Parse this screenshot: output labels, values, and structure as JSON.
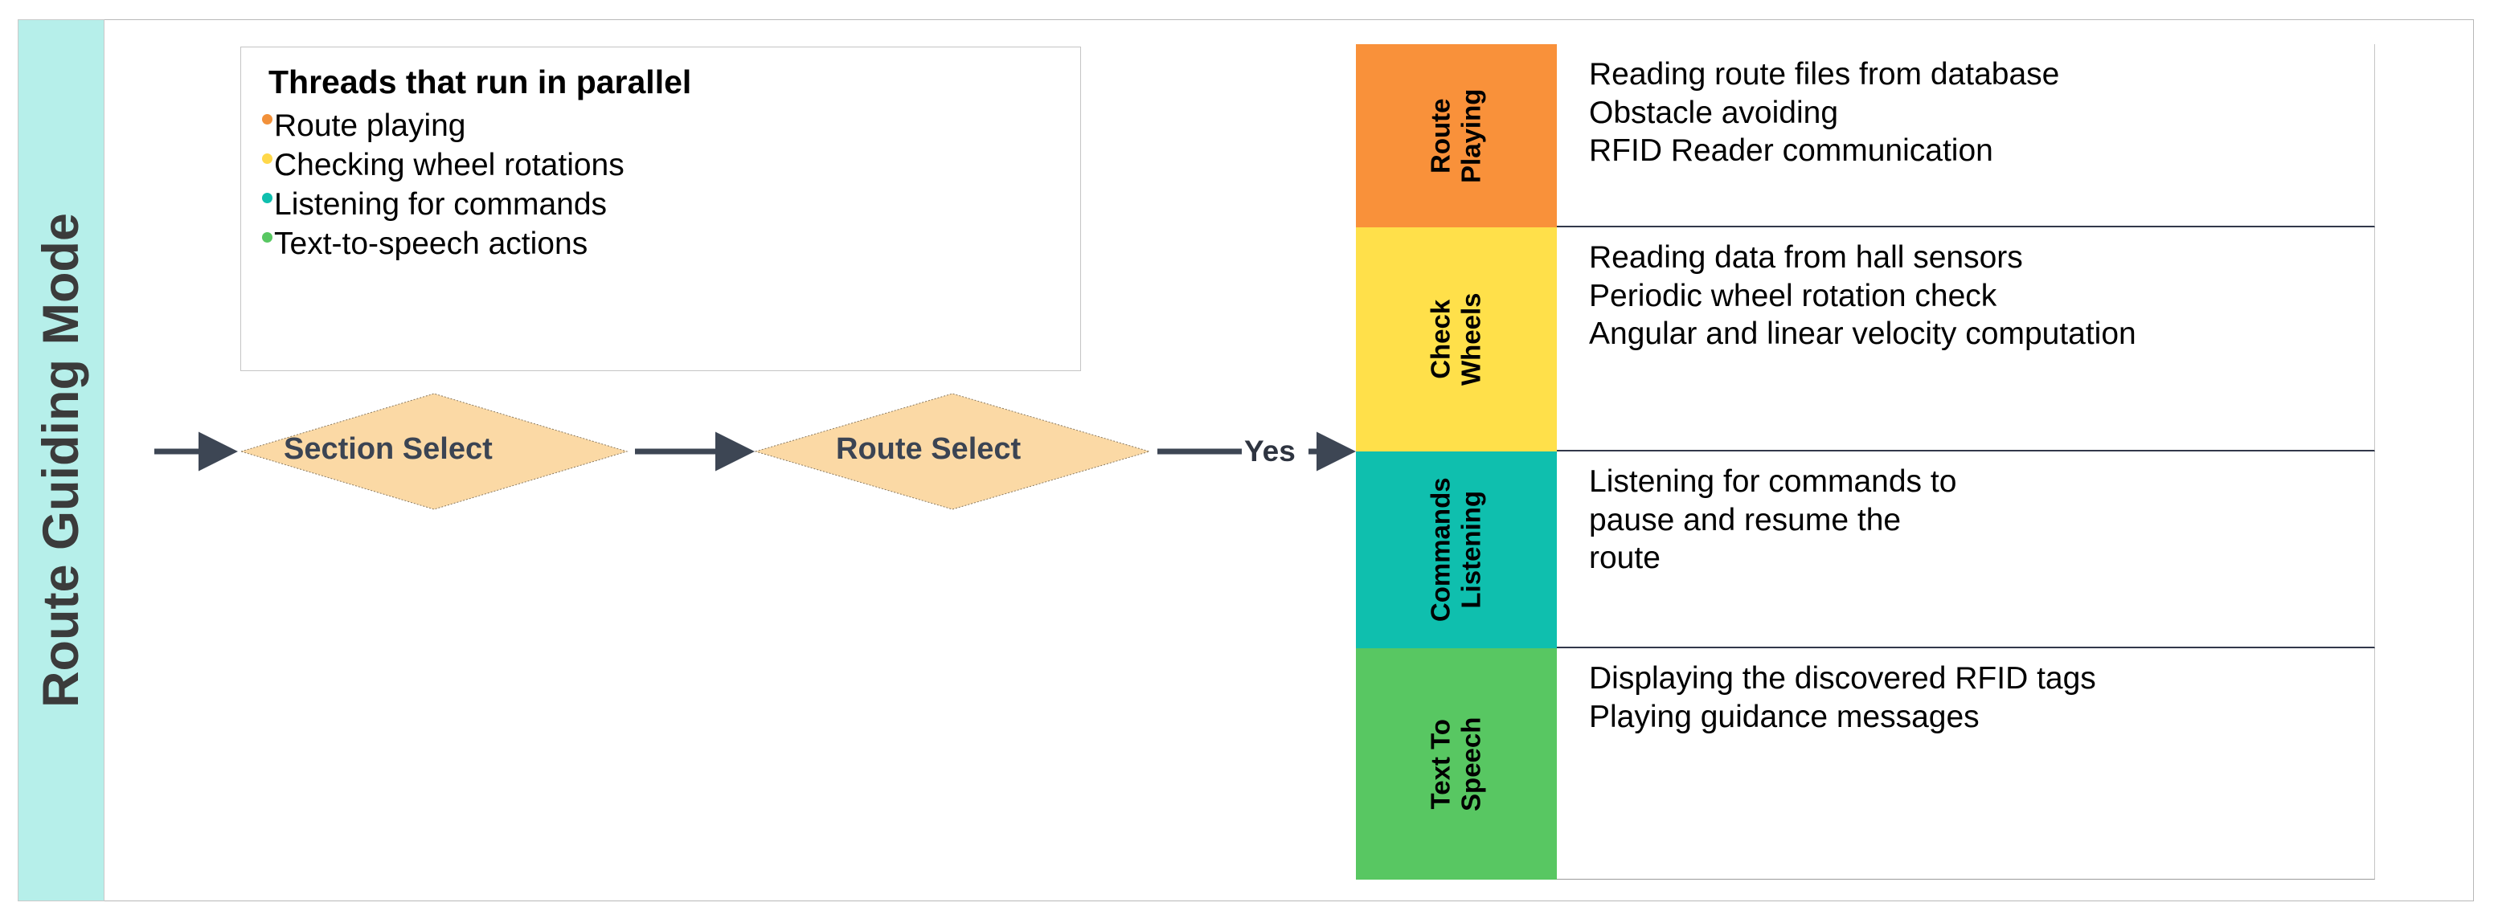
{
  "mode_banner": {
    "label": "Route Guiding Mode",
    "color": "#b6efea"
  },
  "legend": {
    "title": "Threads that run in parallel",
    "items": [
      {
        "label": "Route playing",
        "color": "#F2913A"
      },
      {
        "label": "Checking wheel rotations",
        "color": "#FFD84A"
      },
      {
        "label": "Listening for commands",
        "color": "#0FBFAE"
      },
      {
        "label": "Text-to-speech actions",
        "color": "#58C762"
      }
    ]
  },
  "flow": {
    "diamond_fill": "#FBD9A5",
    "arrow_color": "#3D4654",
    "nodes": [
      {
        "label": "Section Select"
      },
      {
        "label": "Route Select"
      }
    ],
    "branch_label": "Yes"
  },
  "threads": [
    {
      "tag_line1": "Route",
      "tag_line2": "Playing",
      "color": "#F9913A",
      "descriptions": [
        "Reading route files from database",
        "Obstacle avoiding",
        "RFID Reader communication"
      ]
    },
    {
      "tag_line1": "Check",
      "tag_line2": "Wheels",
      "color": "#FFE04A",
      "descriptions": [
        "Reading data from hall sensors",
        "Periodic wheel rotation check",
        "Angular and linear velocity computation"
      ]
    },
    {
      "tag_line1": "Commands",
      "tag_line2": "Listening",
      "color": "#0FBFAE",
      "descriptions": [
        "Listening for commands to",
        "pause and resume the",
        "route"
      ]
    },
    {
      "tag_line1": "Text To",
      "tag_line2": "Speech",
      "color": "#58C762",
      "descriptions": [
        "Displaying the discovered RFID tags",
        "Playing guidance messages"
      ]
    }
  ]
}
